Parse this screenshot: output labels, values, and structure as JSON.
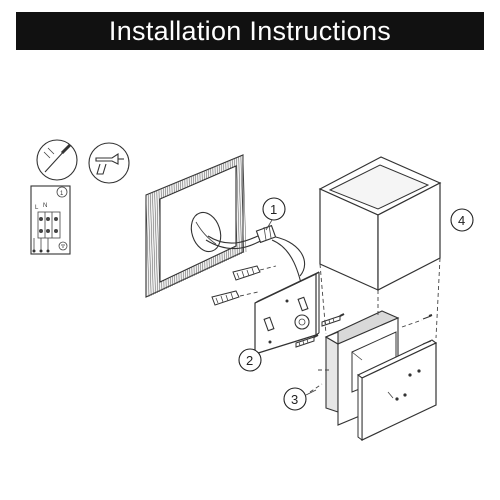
{
  "title": "Installation Instructions",
  "callouts": [
    {
      "number": "1"
    },
    {
      "number": "2"
    },
    {
      "number": "3"
    },
    {
      "number": "4"
    }
  ],
  "wiring_panel": {
    "labels": [
      "L",
      "N",
      "1"
    ]
  },
  "icons": [
    "screwdriver-icon",
    "power-drill-icon",
    "earth-ground-icon"
  ],
  "colors": {
    "title_background": "#111111",
    "title_text": "#ffffff",
    "line_art": "#333333"
  }
}
